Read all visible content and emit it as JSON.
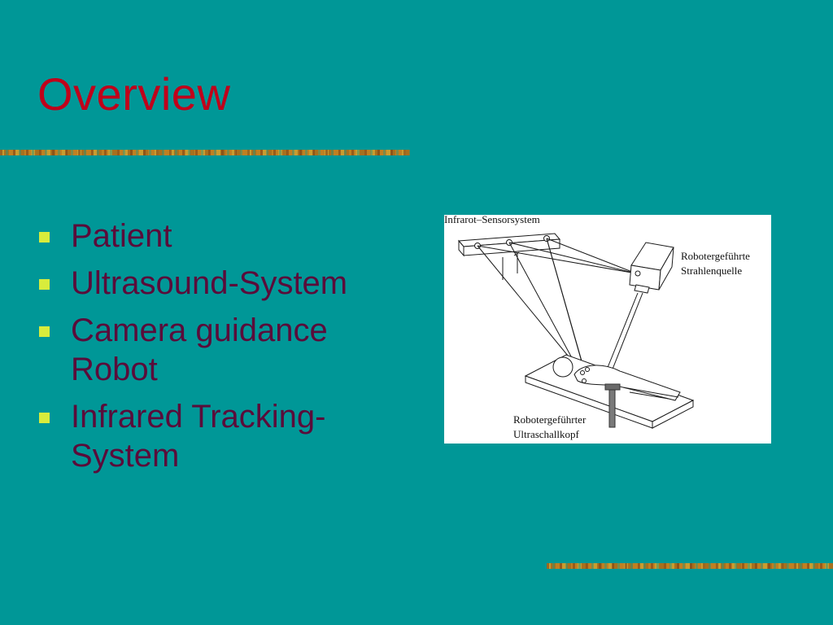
{
  "slide": {
    "title": "Overview",
    "bullets": [
      "Patient",
      "Ultrasound-System",
      "Camera guidance Robot",
      "Infrared Tracking-System"
    ]
  },
  "figure": {
    "label_sensor": "Infrarot–Sensorsystem",
    "label_source_line1": "Robotergeführte",
    "label_source_line2": "Strahlenquelle",
    "label_probe_line1": "Robotergeführter",
    "label_probe_line2": "Ultraschallkopf"
  },
  "colors": {
    "background": "#009797",
    "title": "#c0001a",
    "bullet_text": "#5a0c3a",
    "bullet_marker": "#d8ec3c"
  }
}
